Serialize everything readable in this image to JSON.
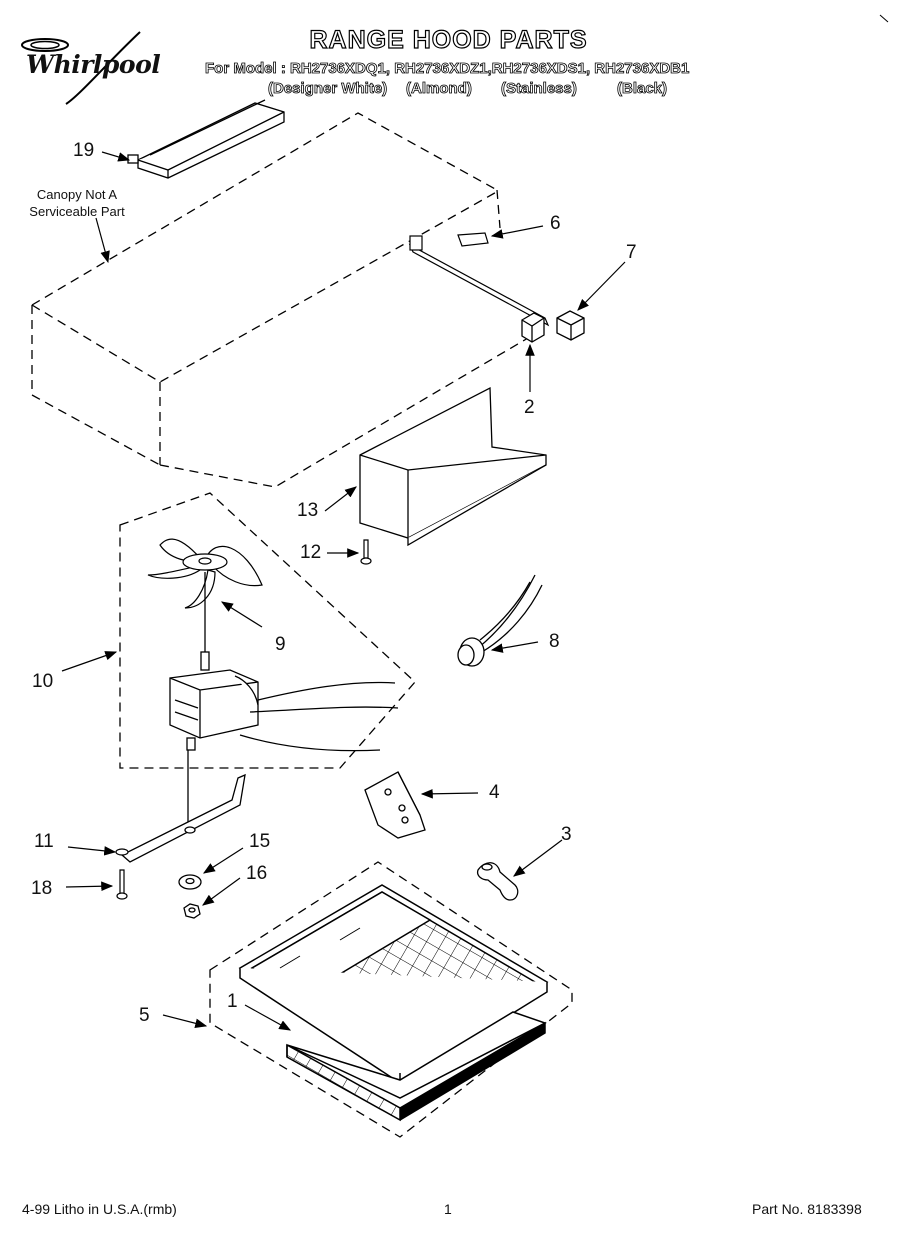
{
  "brand": "Whirlpool",
  "header": {
    "title": "RANGE HOOD PARTS",
    "models_line": "For Model : RH2736XDQ1, RH2736XDZ1,RH2736XDS1, RH2736XDB1",
    "finishes": [
      "(Designer White)",
      "(Almond)",
      "(Stainless)",
      "(Black)"
    ]
  },
  "note": {
    "line1": "Canopy Not A",
    "line2": "Serviceable Part"
  },
  "callouts": [
    "19",
    "6",
    "7",
    "2",
    "13",
    "12",
    "9",
    "8",
    "10",
    "4",
    "11",
    "15",
    "3",
    "18",
    "16",
    "5",
    "1"
  ],
  "footer": {
    "left": "4-99 Litho in U.S.A.(rmb)",
    "page": "1",
    "part": "Part No. 8183398"
  }
}
